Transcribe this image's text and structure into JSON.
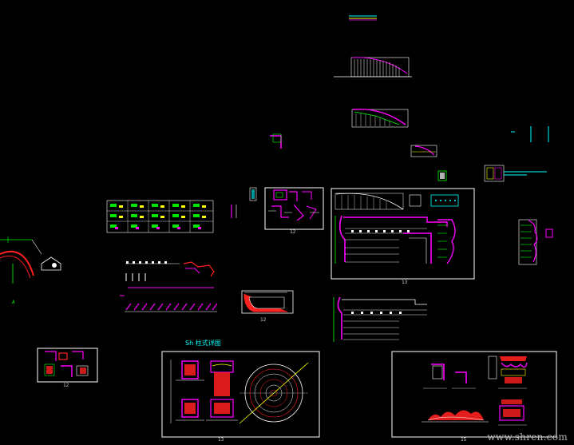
{
  "drawing": {
    "background": "#000000",
    "colors": {
      "white": "#ffffff",
      "magenta": "#ff00ff",
      "red": "#ff2020",
      "yellow": "#ffff00",
      "green": "#00ff00",
      "cyan": "#00ffff",
      "blue": "#3030ff",
      "gray": "#9a9a9a"
    },
    "titles": {
      "center_title": "Sh 柱式详图"
    },
    "sheet_numbers": {
      "n12a": "12",
      "n12b": "12",
      "n13": "13",
      "n12c": "12",
      "n13b": "13",
      "n15": "15"
    },
    "watermark": "www.shren.com"
  }
}
